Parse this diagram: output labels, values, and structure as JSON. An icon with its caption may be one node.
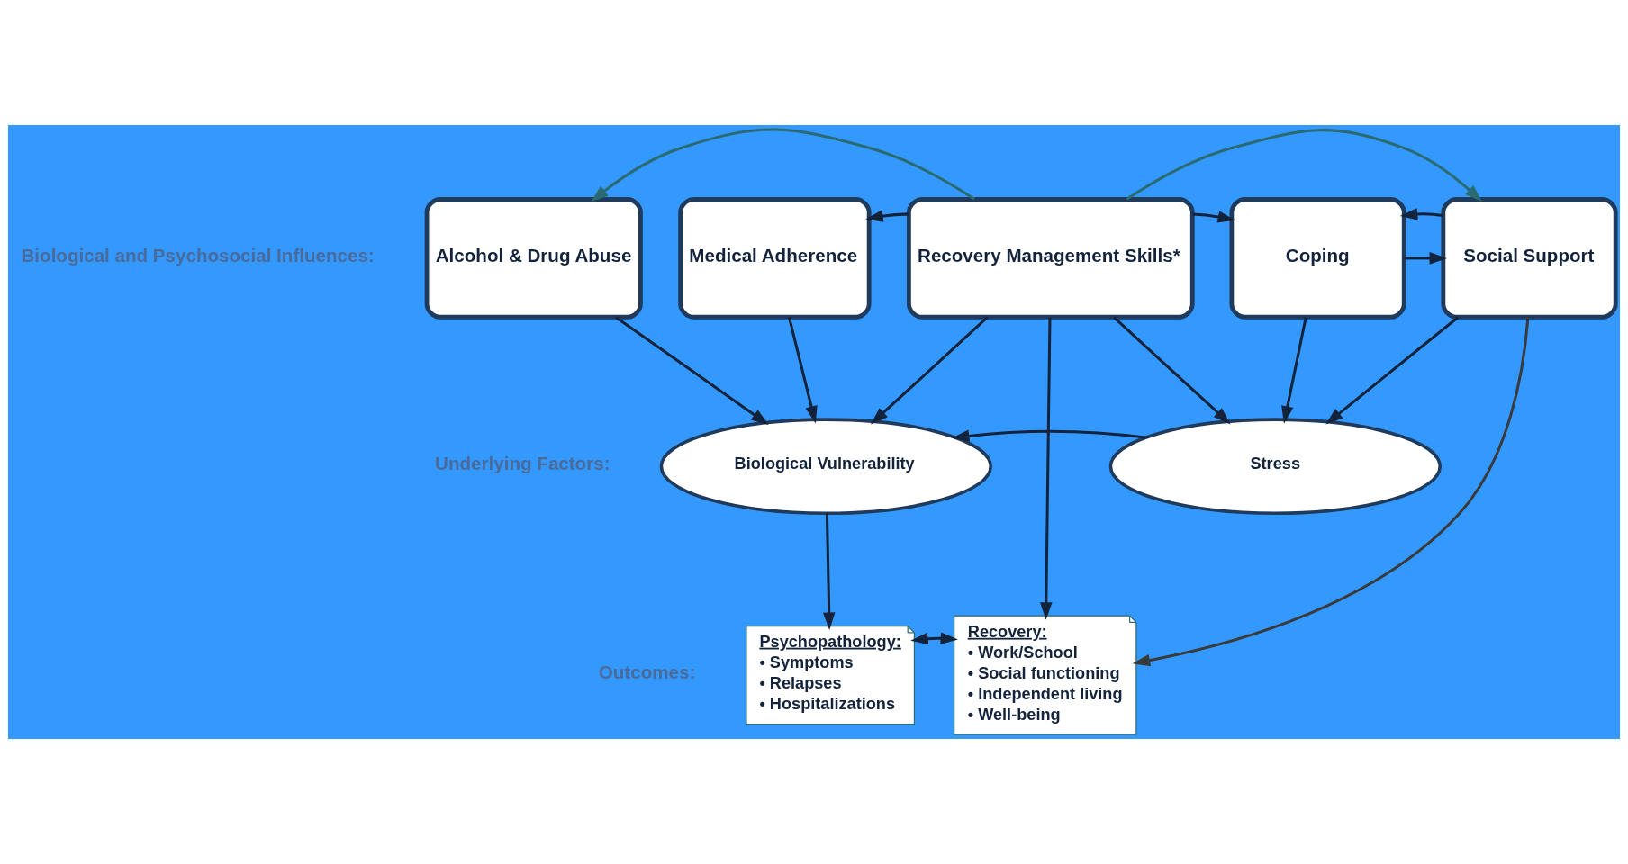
{
  "diagram": {
    "nodes": [
      {
        "text": [
          "Alcohol & Drug Abuse"
        ]
      },
      {
        "text": [
          "Medical Adherence"
        ]
      },
      {
        "text": [
          "Recovery Management Skills*"
        ]
      },
      {
        "text": [
          "Coping"
        ]
      },
      {
        "text": [
          "Social Support"
        ]
      },
      {
        "text": [
          "Biological Vulnerability"
        ]
      },
      {
        "text": [
          "Stress"
        ]
      },
      {
        "text": [
          "Psychopathology:",
          "• Symptoms",
          "• Relapses",
          "• Hospitalizations"
        ]
      },
      {
        "text": [
          "Recovery:",
          "• Work/School",
          "• Social functioning",
          "• Independent living",
          "• Well-being"
        ]
      }
    ],
    "edges": [
      {
        "from": 2,
        "to": 0,
        "arrow": "to",
        "color": "#2a6a70"
      },
      {
        "from": 2,
        "to": 4,
        "arrow": "to",
        "color": "#2a6a70"
      },
      {
        "from": 2,
        "to": 1,
        "arrow": "to"
      },
      {
        "from": 2,
        "to": 3,
        "arrow": "to"
      },
      {
        "from": 3,
        "to": 4,
        "arrow": "to"
      },
      {
        "from": 4,
        "to": 3,
        "arrow": "to"
      },
      {
        "from": 0,
        "to": 5,
        "arrow": "to"
      },
      {
        "from": 1,
        "to": 5,
        "arrow": "to"
      },
      {
        "from": 2,
        "to": 5,
        "arrow": "to"
      },
      {
        "from": 2,
        "to": 6,
        "arrow": "to"
      },
      {
        "from": 2,
        "to": 8,
        "arrow": "to"
      },
      {
        "from": 3,
        "to": 6,
        "arrow": "to"
      },
      {
        "from": 4,
        "to": 6,
        "arrow": "to"
      },
      {
        "from": 6,
        "to": 5,
        "arrow": "to"
      },
      {
        "from": 5,
        "to": 7,
        "arrow": "to"
      },
      {
        "from": 7,
        "to": 8,
        "arrow": "both"
      },
      {
        "from": 4,
        "to": 8,
        "arrow": "to",
        "color": "#3a3a3a"
      }
    ],
    "labels": [
      "Biological and Psychosocial Influences:",
      "Underlying Factors:",
      "Outcomes:"
    ]
  }
}
